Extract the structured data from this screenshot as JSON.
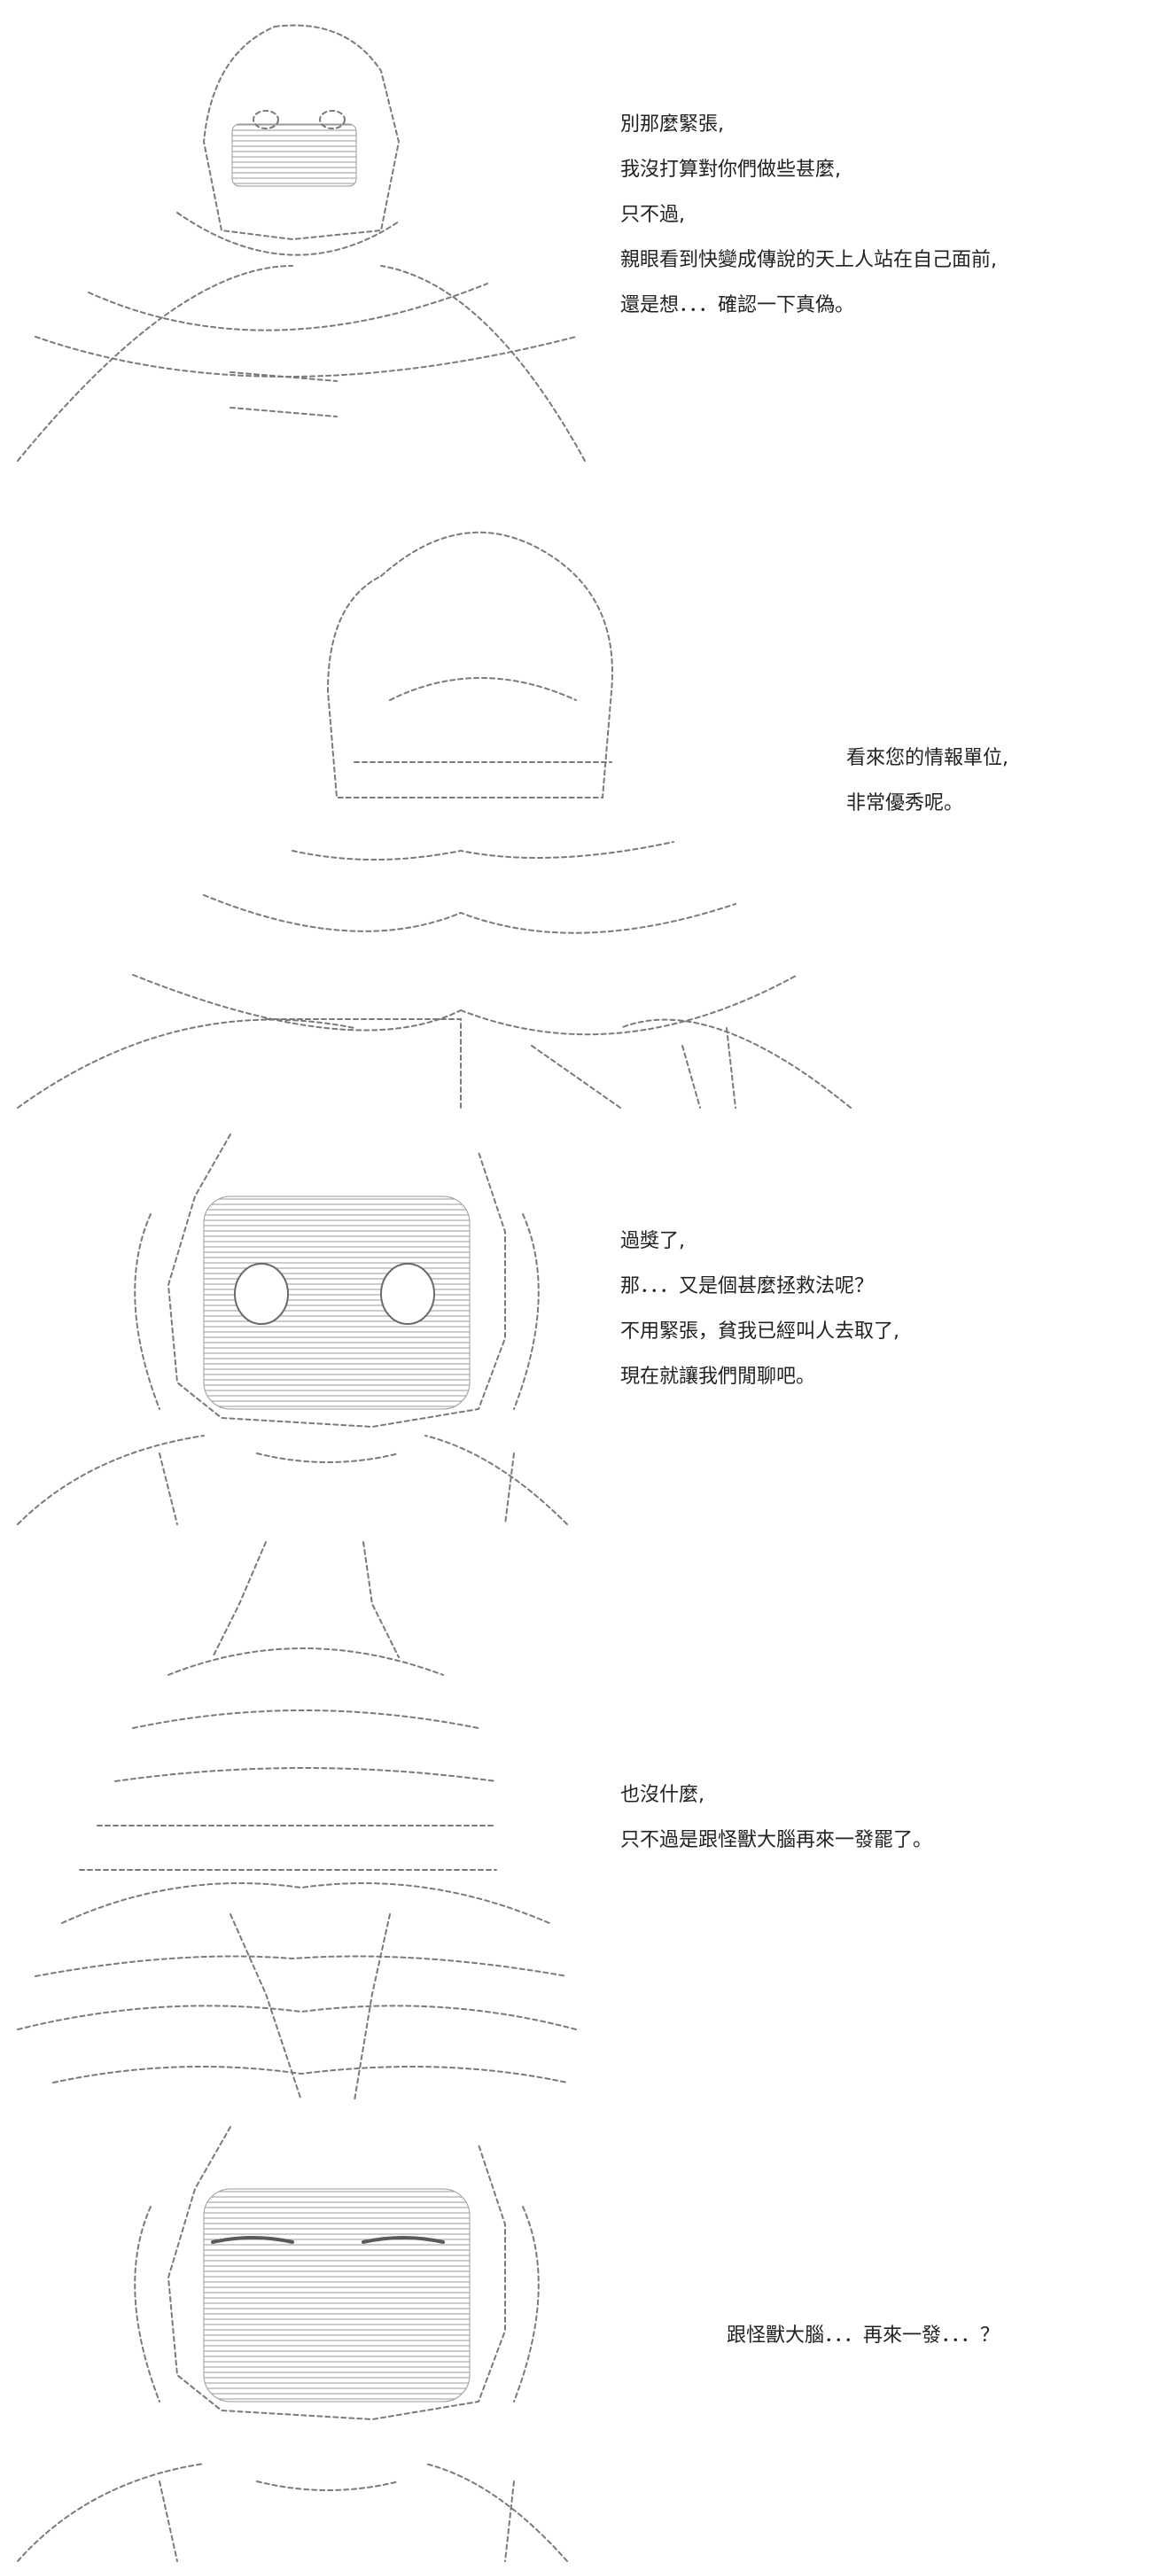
{
  "panels": [
    {
      "lines": [
        "別那麼緊張,",
        "我沒打算對你們做些甚麼,",
        "只不過,",
        "親眼看到快變成傳說的天上人站在自己面前,",
        "還是想．．．確認一下真偽。"
      ]
    },
    {
      "lines": [
        "看來您的情報單位,",
        "非常優秀呢。"
      ]
    },
    {
      "lines": [
        "過獎了,",
        "那．．．又是個甚麼拯救法呢？",
        "不用緊張，貧我已經叫人去取了,",
        "現在就讓我們閒聊吧。"
      ]
    },
    {
      "lines": [
        "也沒什麼,",
        "只不過是跟怪獸大腦再來一發罷了。"
      ]
    },
    {
      "lines": [
        "跟怪獸大腦．．．再來一發．．．？"
      ]
    }
  ]
}
